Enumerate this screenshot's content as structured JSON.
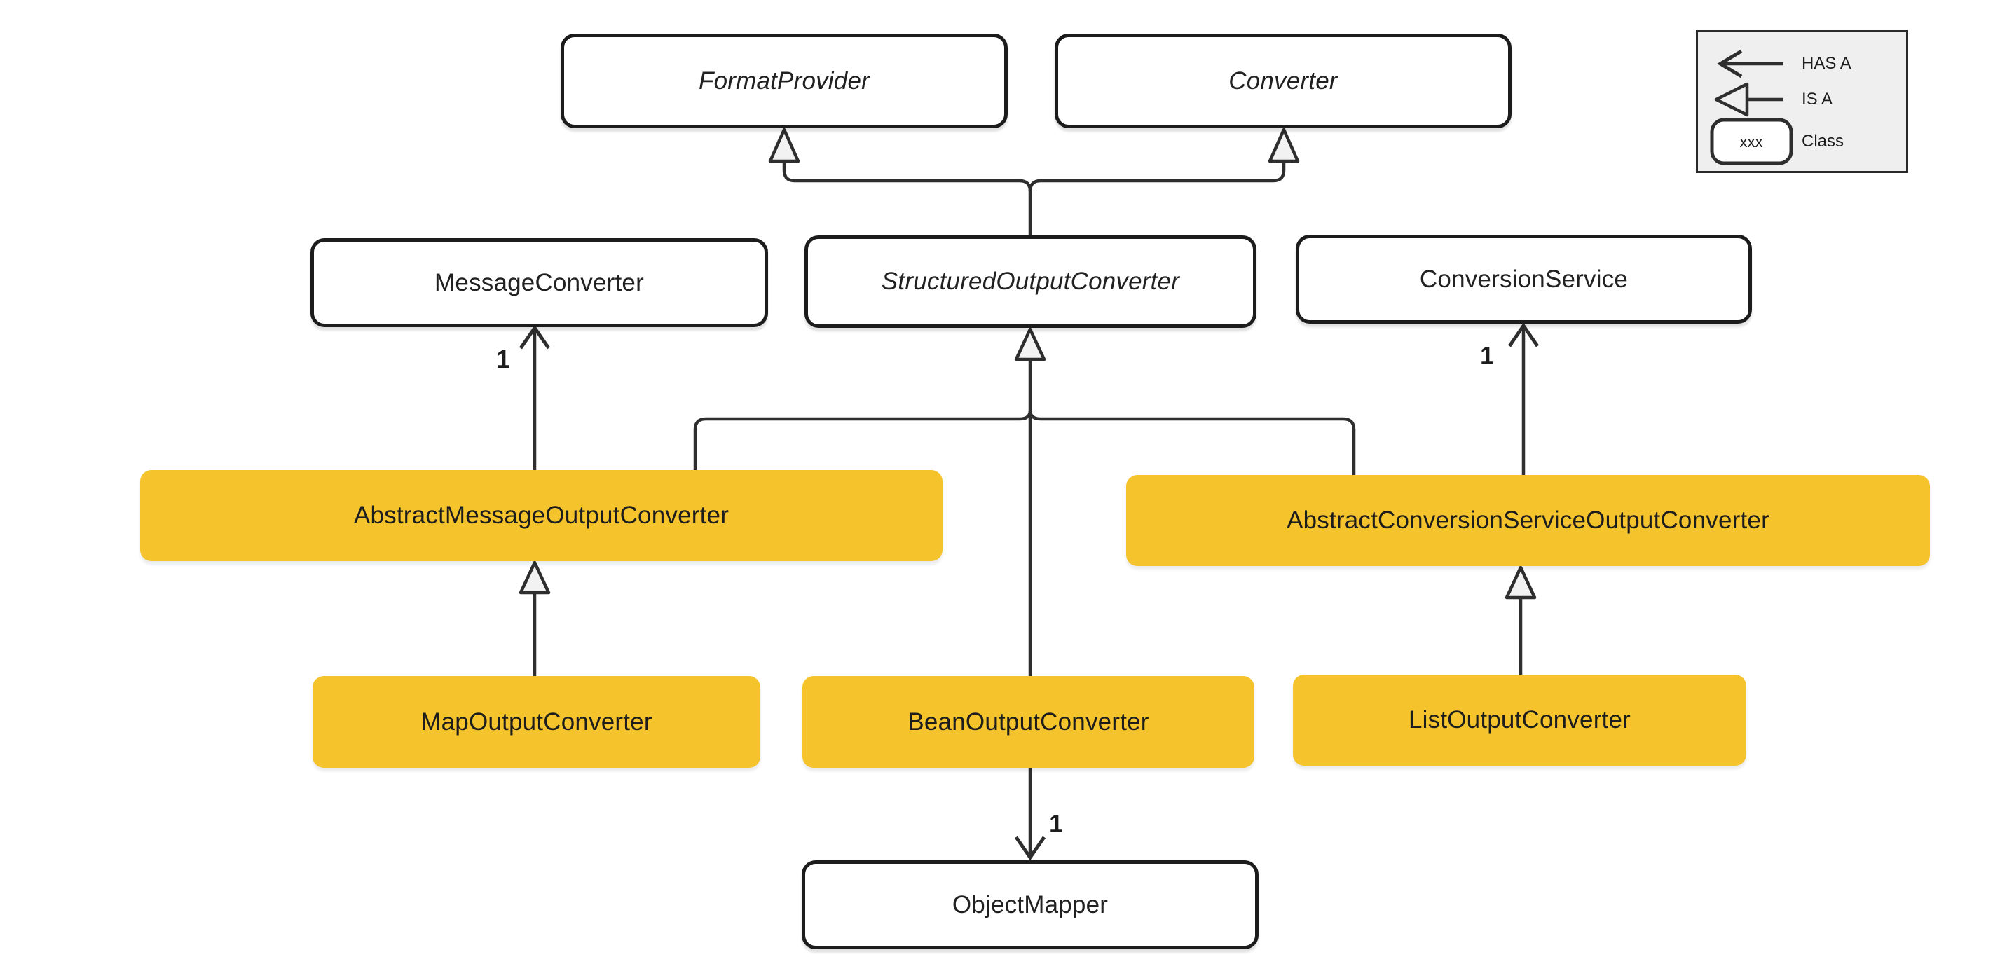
{
  "diagram": {
    "kind": "uml-class-diagram",
    "background": "#ffffff"
  },
  "colors": {
    "highlight_class_fill": "#F5C42C",
    "plain_class_fill": "#ffffff",
    "border": "#1c1c1c",
    "line": "#2e2e2e",
    "legend_background": "#efefef",
    "text": "#1d1d1d"
  },
  "nodes": {
    "format_provider": {
      "label": "FormatProvider",
      "kind": "interface"
    },
    "converter": {
      "label": "Converter",
      "kind": "interface"
    },
    "message_converter": {
      "label": "MessageConverter",
      "kind": "class"
    },
    "structured_output_converter": {
      "label": "StructuredOutputConverter",
      "kind": "interface"
    },
    "conversion_service": {
      "label": "ConversionService",
      "kind": "class"
    },
    "abstract_message_output_converter": {
      "label": "AbstractMessageOutputConverter",
      "kind": "highlighted-class"
    },
    "abstract_conversion_service_output_converter": {
      "label": "AbstractConversionServiceOutputConverter",
      "kind": "highlighted-class"
    },
    "map_output_converter": {
      "label": "MapOutputConverter",
      "kind": "highlighted-class"
    },
    "bean_output_converter": {
      "label": "BeanOutputConverter",
      "kind": "highlighted-class"
    },
    "list_output_converter": {
      "label": "ListOutputConverter",
      "kind": "highlighted-class"
    },
    "object_mapper": {
      "label": "ObjectMapper",
      "kind": "class"
    }
  },
  "edges": {
    "soc_is_a_format_provider": {
      "type": "IS A",
      "from": "StructuredOutputConverter",
      "to": "FormatProvider"
    },
    "soc_is_a_converter": {
      "type": "IS A",
      "from": "StructuredOutputConverter",
      "to": "Converter"
    },
    "amoc_is_a_soc": {
      "type": "IS A",
      "from": "AbstractMessageOutputConverter",
      "to": "StructuredOutputConverter"
    },
    "bean_is_a_soc": {
      "type": "IS A",
      "from": "BeanOutputConverter",
      "to": "StructuredOutputConverter"
    },
    "acsoc_is_a_soc": {
      "type": "IS A",
      "from": "AbstractConversionServiceOutputConverter",
      "to": "StructuredOutputConverter"
    },
    "map_is_a_amoc": {
      "type": "IS A",
      "from": "MapOutputConverter",
      "to": "AbstractMessageOutputConverter"
    },
    "list_is_a_acsoc": {
      "type": "IS A",
      "from": "ListOutputConverter",
      "to": "AbstractConversionServiceOutputConverter"
    },
    "amoc_has_a_message_converter": {
      "type": "HAS A",
      "from": "AbstractMessageOutputConverter",
      "to": "MessageConverter",
      "multiplicity": "1"
    },
    "acsoc_has_a_conversion_service": {
      "type": "HAS A",
      "from": "AbstractConversionServiceOutputConverter",
      "to": "ConversionService",
      "multiplicity": "1"
    },
    "bean_has_a_object_mapper": {
      "type": "HAS A",
      "from": "BeanOutputConverter",
      "to": "ObjectMapper",
      "multiplicity": "1"
    }
  },
  "legend": {
    "items": [
      {
        "id": "has-a",
        "label": "HAS A"
      },
      {
        "id": "is-a",
        "label": "IS A"
      },
      {
        "id": "class",
        "label": "Class",
        "sample": "xxx"
      }
    ]
  }
}
